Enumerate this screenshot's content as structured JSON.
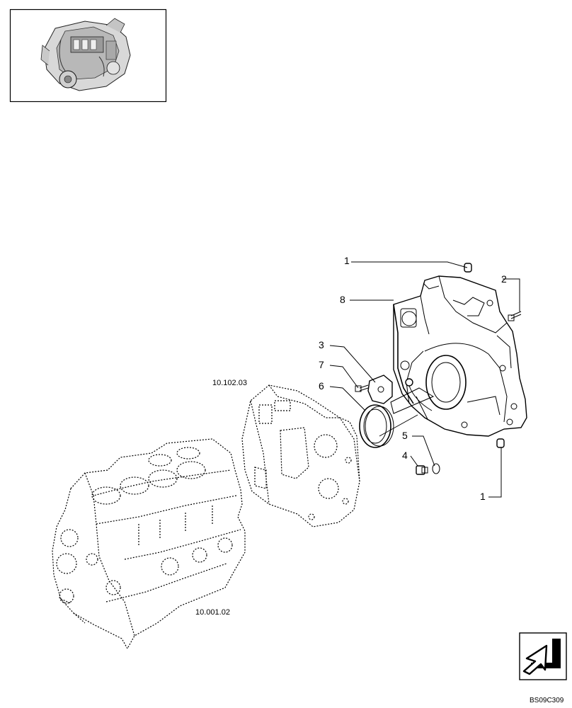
{
  "callouts": {
    "c1_top": "1",
    "c2": "2",
    "c8": "8",
    "c3": "3",
    "c7": "7",
    "c6": "6",
    "c5": "5",
    "c4": "4",
    "c1_bottom": "1"
  },
  "references": {
    "timing_case": "10.102.03",
    "engine_block": "10.001.02"
  },
  "drawing_code": "BS09C309"
}
